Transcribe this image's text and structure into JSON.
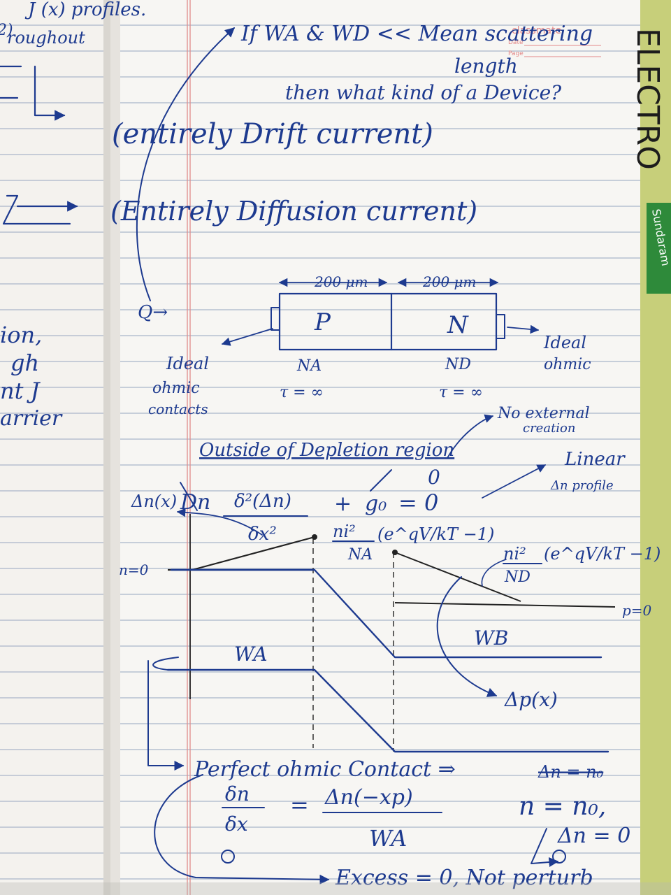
{
  "left_page": {
    "fragments": [
      "J (x) profiles.",
      "roughout",
      "2)",
      "ion,",
      "gh",
      "nt J",
      "arrier"
    ]
  },
  "stamp": {
    "brand": "classmate",
    "date_label": "Date",
    "page_label": "Page"
  },
  "right_edge_text": [
    "ELECTRO",
    "Sundaram"
  ],
  "question": {
    "line1": "If  WA & WD << Mean scattering",
    "line2": "length",
    "line3": "then what kind of a Device?"
  },
  "answers": {
    "drift": "(entirely Drift current)",
    "diffusion": "(Entirely Diffusion current)"
  },
  "device": {
    "q_label": "Q→",
    "width_left": "200 μm",
    "width_right": "200 μm",
    "p_label": "P",
    "n_label": "N",
    "na_label": "NA",
    "nd_label": "ND",
    "tau_left": "τ = ∞",
    "tau_right": "τ = ∞",
    "ohmic_left": [
      "Ideal",
      "ohmic",
      "contacts"
    ],
    "ohmic_right": [
      "Ideal",
      "ohmic"
    ],
    "no_external": [
      "No external",
      "creation"
    ]
  },
  "equation": {
    "heading": "Outside of Depletion region",
    "delta_n": "Δn(x)",
    "dn": "Dn",
    "numerator": "δ²(Δn)",
    "denominator": "δx²",
    "plus": "+",
    "g0": "g₀",
    "equals_zero": "= 0",
    "zero_above": "0",
    "linear": [
      "Linear",
      "Δn profile"
    ]
  },
  "plot": {
    "ni_left": "ni²",
    "na_left": "NA",
    "exp_left": "(e^qV/kT −1)",
    "ni_right": "ni²",
    "nd_right": "ND",
    "exp_right": "(e^qV/kT −1)",
    "n_zero": "n=0",
    "p_zero": "p=0",
    "wa": "WA",
    "wb": "WB",
    "delta_p": "Δp(x)"
  },
  "bottom": {
    "contact": "Perfect ohmic Contact ⇒",
    "struck": "Δn = n₀",
    "dn_dx_top": "δn",
    "dn_dx_bottom": "δx",
    "equals": "=",
    "frac_top": "Δn(−xp)",
    "frac_bottom": "WA",
    "n_n0": "n = n₀,",
    "dn_zero": "Δn = 0",
    "exc": "Excess = 0,  Not perturb"
  }
}
